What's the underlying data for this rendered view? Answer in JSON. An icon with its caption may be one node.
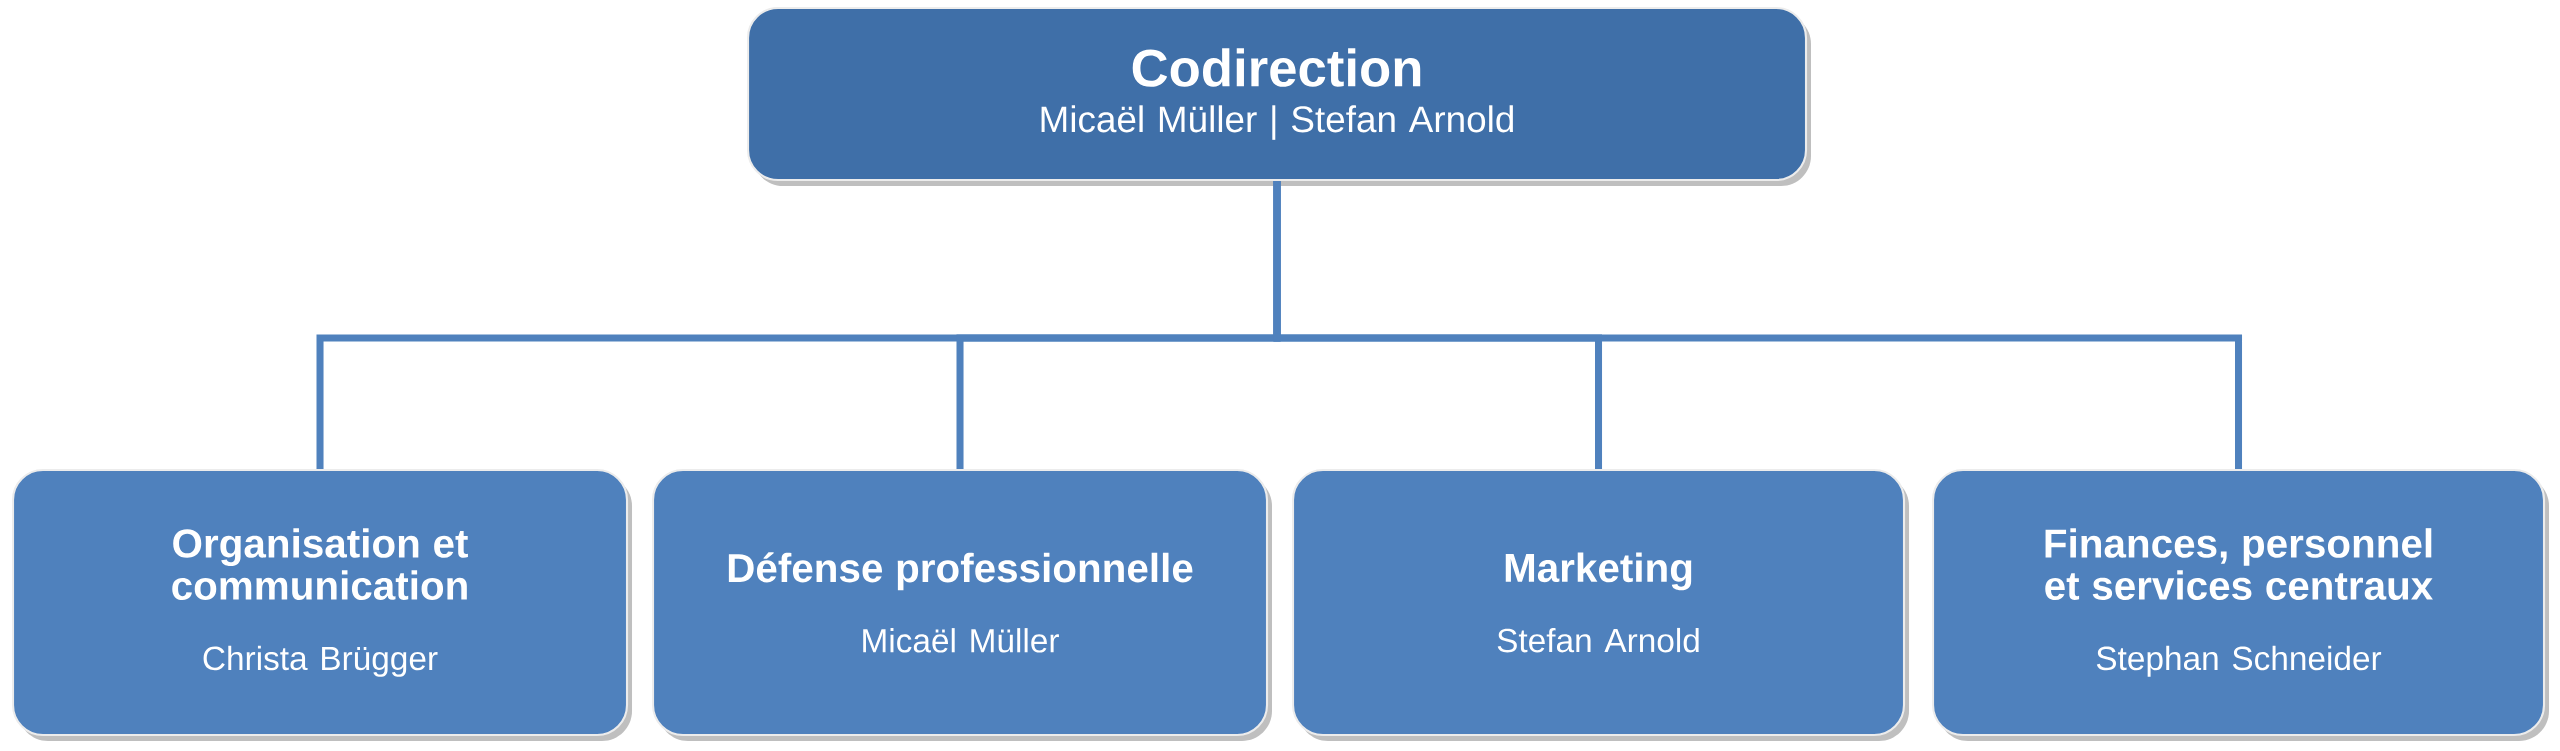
{
  "diagram": {
    "nodes": [
      {
        "text": [
          "Codirection",
          "Micaël Müller   |   Stefan Arnold"
        ]
      },
      {
        "text": [
          "Organisation et communication",
          "Christa Brügger"
        ]
      },
      {
        "text": [
          "Défense professionnelle",
          "Micaël Müller"
        ]
      },
      {
        "text": [
          "Marketing",
          "Stefan Arnold"
        ]
      },
      {
        "text": [
          "Finances, personnel et services centraux",
          "Stephan Schneider"
        ]
      }
    ],
    "edges": [
      {
        "from": 0,
        "to": 1,
        "arrow": "none"
      },
      {
        "from": 0,
        "to": 2,
        "arrow": "none"
      },
      {
        "from": 0,
        "to": 3,
        "arrow": "none"
      },
      {
        "from": 0,
        "to": 4,
        "arrow": "none"
      }
    ]
  }
}
